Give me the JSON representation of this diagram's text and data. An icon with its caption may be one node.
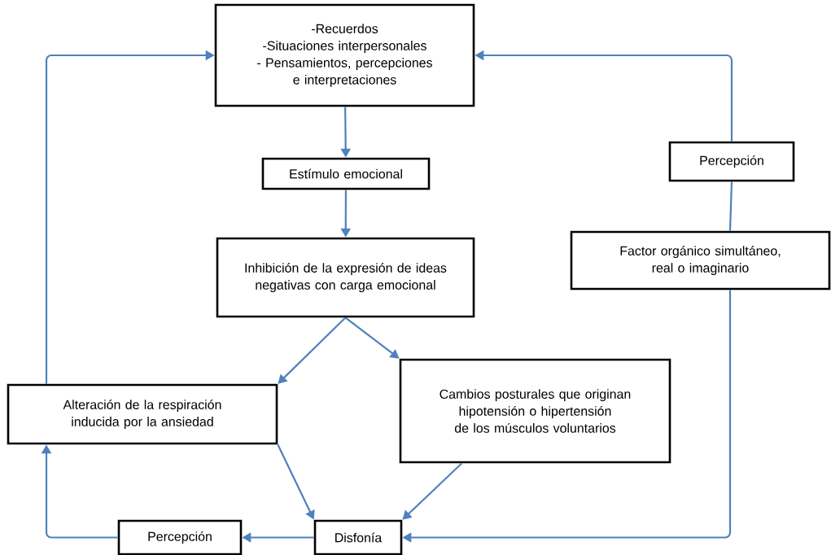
{
  "diagram": {
    "nodes": [
      {
        "text": [
          "-Recuerdos",
          "-Situaciones interpersonales",
          "- Pensamientos, percepciones e interpretaciones"
        ]
      },
      {
        "text": [
          "Estímulo emocional"
        ]
      },
      {
        "text": [
          "Inhibición de la expresión de ideas negativas con carga emocional"
        ]
      },
      {
        "text": [
          "Alteración de la respiración inducida por la ansiedad"
        ]
      },
      {
        "text": [
          "Cambios posturales que originan hipotensión o hipertensión de los músculos voluntarios"
        ]
      },
      {
        "text": [
          "Disfonía"
        ]
      },
      {
        "text": [
          "Percepción"
        ]
      },
      {
        "text": [
          "Percepción"
        ]
      },
      {
        "text": [
          "Factor orgánico simultáneo, real o imaginario"
        ]
      }
    ],
    "edges": [
      {
        "from": 0,
        "to": 1,
        "arrow": "to"
      },
      {
        "from": 1,
        "to": 2,
        "arrow": "to"
      },
      {
        "from": 2,
        "to": 3,
        "arrow": "to"
      },
      {
        "from": 2,
        "to": 4,
        "arrow": "to"
      },
      {
        "from": 3,
        "to": 5,
        "arrow": "to"
      },
      {
        "from": 4,
        "to": 5,
        "arrow": "to"
      },
      {
        "from": 5,
        "to": 6,
        "arrow": "to"
      },
      {
        "from": 6,
        "to": 3,
        "arrow": "to"
      },
      {
        "from": 3,
        "to": 0,
        "arrow": "to"
      },
      {
        "from": 8,
        "to": 5,
        "arrow": "to"
      },
      {
        "from": 8,
        "to": 7,
        "arrow": "none"
      },
      {
        "from": 7,
        "to": 0,
        "arrow": "to"
      }
    ]
  }
}
